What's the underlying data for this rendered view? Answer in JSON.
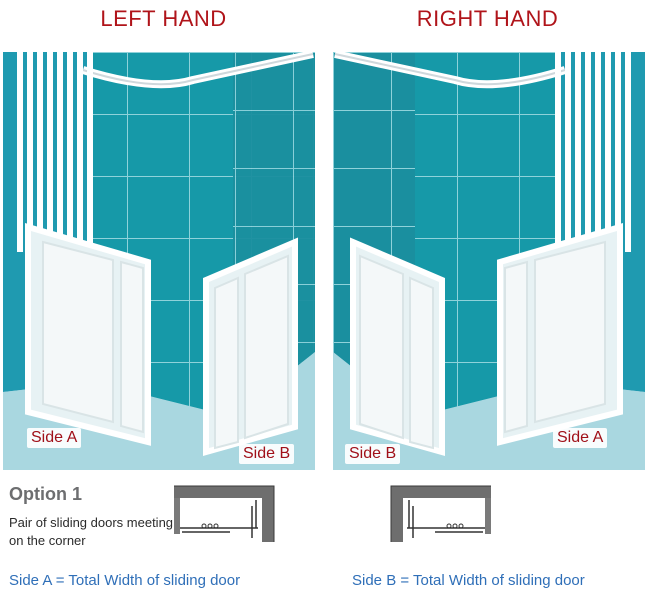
{
  "headings": {
    "left": "LEFT HAND",
    "right": "RIGHT HAND"
  },
  "labels": {
    "left_side_a": "Side A",
    "left_side_b": "Side B",
    "right_side_b": "Side B",
    "right_side_a": "Side A"
  },
  "option": {
    "title": "Option 1",
    "description": "Pair of sliding doors meeting on the corner"
  },
  "footer": {
    "left": "Side A = Total Width of sliding door",
    "right": "Side B = Total Width of sliding door"
  },
  "colors": {
    "heading": "#b0141a",
    "tile": "#1699a8",
    "floor": "#a9d7e0",
    "frame": "#ffffff",
    "label": "#a01019",
    "footer": "#2f6fb8",
    "option_title": "#6d6e70"
  }
}
